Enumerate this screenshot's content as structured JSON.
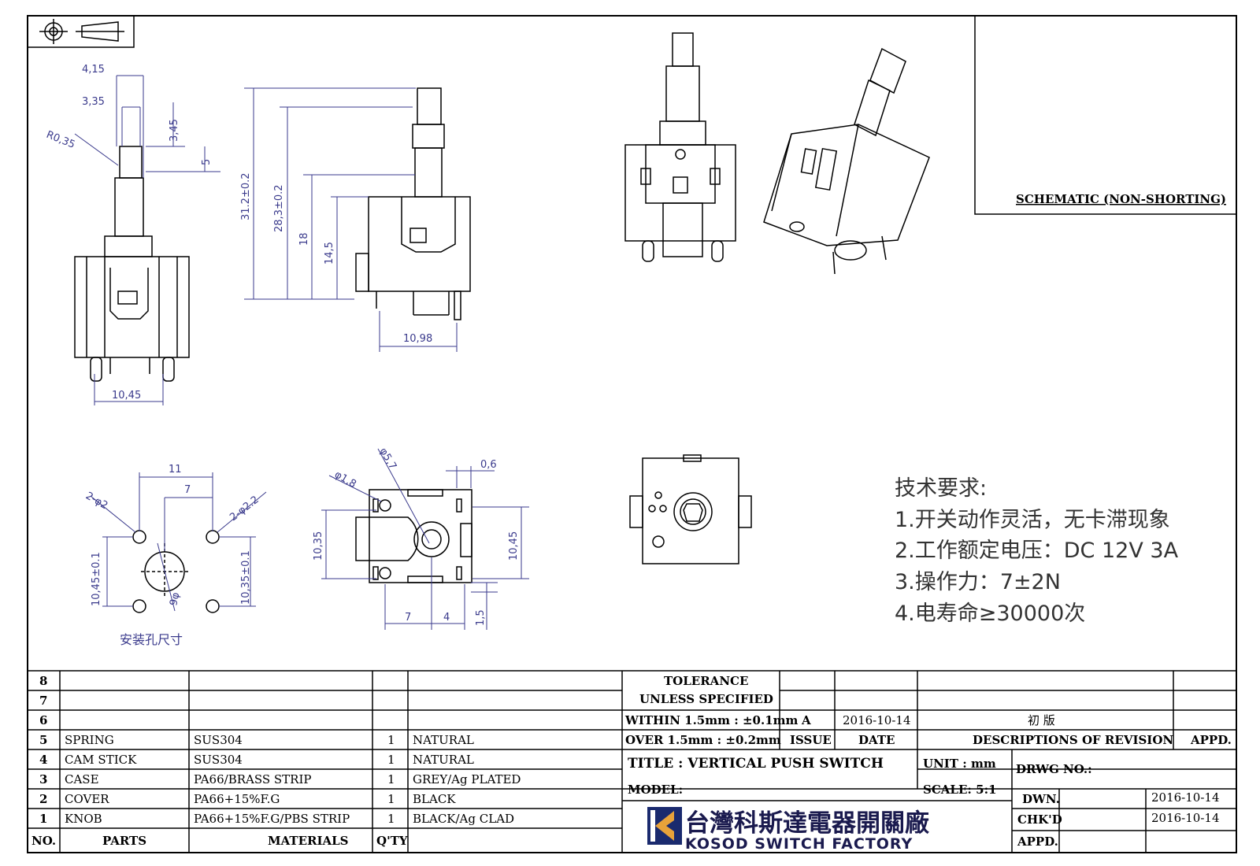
{
  "schematic_label": "SCHEMATIC (NON-SHORTING)",
  "dims": {
    "d415": "4,15",
    "d335": "3,35",
    "d345": "3,45",
    "d5": "5",
    "r035": "R0,35",
    "d312": "31.2±0.2",
    "d283": "28,3±0.2",
    "d18": "18",
    "d145": "14,5",
    "d1098": "10,98",
    "d1045": "10,45",
    "d11": "11",
    "d7": "7",
    "d2phi2": "2-φ2",
    "d2phi22": "2-φ2.2",
    "d1045t": "10,45±0.1",
    "d1035t": "10,35±0.1",
    "dphi9": "9φ",
    "mount_label": "安装孔尺寸",
    "dphi18": "φ1,8",
    "dphi57": "φ5,7",
    "d06": "0,6",
    "d1035": "10,35",
    "d1045r": "10,45",
    "d7b": "7",
    "d4": "4",
    "d15": "1,5"
  },
  "requirements": {
    "title": "技术要求:",
    "items": [
      "1.开关动作灵活，无卡滞现象",
      "2.工作额定电压：DC 12V 3A",
      "3.操作力：7±2N",
      "4.电寿命≥30000次"
    ]
  },
  "bom": {
    "row_nums": [
      "8",
      "7",
      "6",
      "5",
      "4",
      "3",
      "2",
      "1"
    ],
    "parts": [
      {
        "no": "5",
        "part": "SPRING",
        "material": "SUS304",
        "qty": "1",
        "finish": "NATURAL"
      },
      {
        "no": "4",
        "part": "CAM STICK",
        "material": "SUS304",
        "qty": "1",
        "finish": "NATURAL"
      },
      {
        "no": "3",
        "part": "CASE",
        "material": "PA66/BRASS STRIP",
        "qty": "1",
        "finish": "GREY/Ag PLATED"
      },
      {
        "no": "2",
        "part": "COVER",
        "material": "PA66+15%F.G",
        "qty": "1",
        "finish": "BLACK"
      },
      {
        "no": "1",
        "part": "KNOB",
        "material": "PA66+15%F.G/PBS STRIP",
        "qty": "1",
        "finish": "BLACK/Ag CLAD"
      }
    ],
    "headers": {
      "no": "NO.",
      "parts": "PARTS",
      "materials": "MATERIALS",
      "qty": "Q'TY"
    }
  },
  "tolerance": {
    "l1": "TOLERANCE",
    "l2": "UNLESS  SPECIFIED",
    "l3": "WITHIN 1.5mm : ±0.1mm",
    "l4": "OVER 1.5mm : ±0.2mm"
  },
  "revision": {
    "issue_val": "A",
    "date_val": "2016-10-14",
    "desc_val": "初  版",
    "issue": "ISSUE",
    "date": "DATE",
    "desc": "DESCRIPTIONS OF REVISION",
    "appd": "APPD."
  },
  "title_block": {
    "title": "TITLE :  VERTICAL PUSH SWITCH",
    "unit": "UNIT :  mm",
    "model": "MODEL:",
    "scale": "SCALE:  5:1",
    "drwg": "DRWG NO.:",
    "dwn": "DWN.",
    "dwn_date": "2016-10-14",
    "chkd": "CHK'D",
    "chkd_date": "2016-10-14",
    "appd": "APPD.",
    "company_cn": "台灣科斯達電器開關廠",
    "company_en": "KOSOD SWITCH FACTORY"
  }
}
